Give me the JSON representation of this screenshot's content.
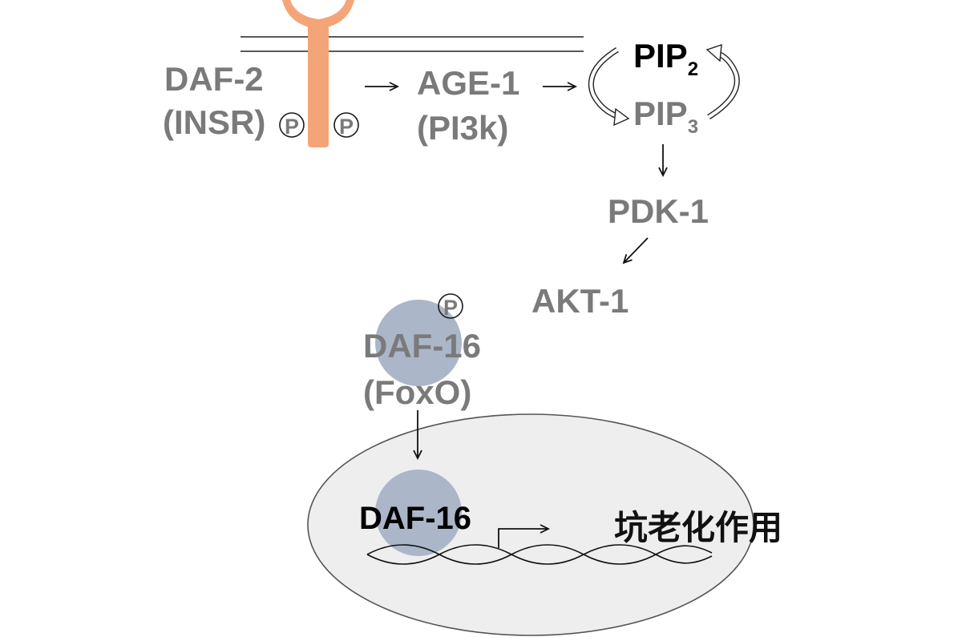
{
  "colors": {
    "text_gray": "#7a7a7a",
    "text_dark": "#000000",
    "receptor": "#f4a578",
    "daf16_blob": "#abb6c9",
    "nucleus_fill": "#eeeeee",
    "nucleus_stroke": "#555555",
    "membrane": "#222222"
  },
  "receptor": {
    "name": "DAF-2",
    "alias": "(INSR)",
    "phospho_left": "P",
    "phospho_right": "P"
  },
  "pi3k": {
    "name": "AGE-1",
    "alias": "(PI3k)"
  },
  "pip2": {
    "base": "PIP",
    "sub": "2"
  },
  "pip3": {
    "base": "PIP",
    "sub": "3"
  },
  "pdk1": {
    "label": "PDK-1"
  },
  "akt1": {
    "label": "AKT-1"
  },
  "daf16_cyto": {
    "name": "DAF-16",
    "alias": "(FoxO)",
    "phospho": "P"
  },
  "nucleus": {
    "daf16_label": "DAF-16",
    "outcome": "坑老化作用"
  }
}
